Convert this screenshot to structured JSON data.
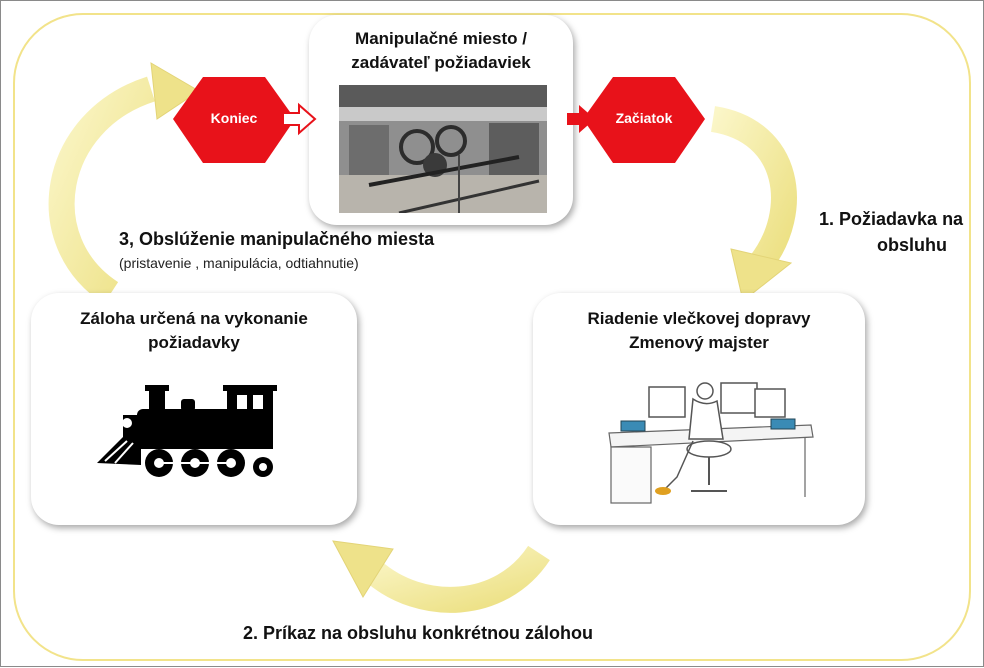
{
  "top_card": {
    "title_line1": "Manipulačné miesto /",
    "title_line2": "zadávateľ požiadaviek"
  },
  "left_card": {
    "title_line1": "Záloha určená na vykonanie",
    "title_line2": "požiadavky"
  },
  "right_card": {
    "title_line1": "Riadenie vlečkovej dopravy",
    "title_line2": "Zmenový majster"
  },
  "hex_end": {
    "label": "Koniec"
  },
  "hex_start": {
    "label": "Začiatok"
  },
  "step1": {
    "line1": "1. Požiadavka na",
    "line2": "obsluhu"
  },
  "step2": {
    "label": "2. Príkaz na obsluhu konkrétnou zálohou"
  },
  "step3": {
    "label": "3, Obslúženie manipulačného miesta",
    "sub": "(pristavenie , manipulácia, odtiahnutie)"
  },
  "colors": {
    "hex_red": "#e8121a",
    "arrow_yellow": "#f5ee9a",
    "ring_yellow": "#f2e38a"
  }
}
